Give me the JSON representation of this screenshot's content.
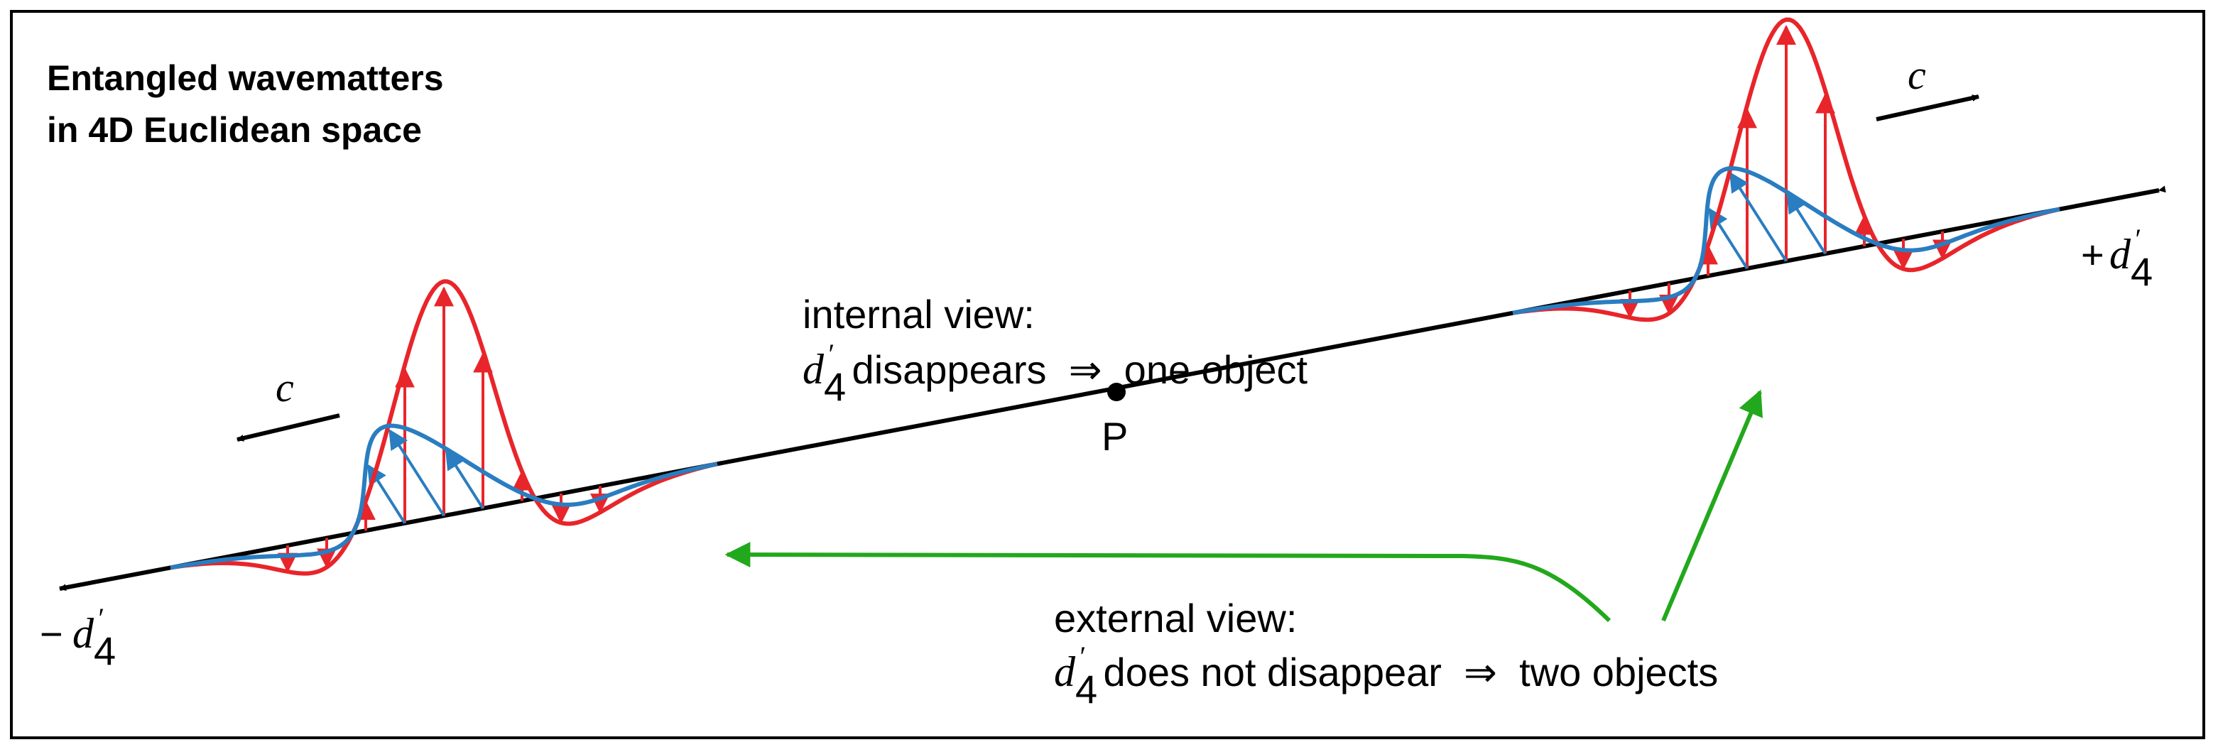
{
  "title": {
    "line1": "Entangled wavematters",
    "line2": "in 4D Euclidean space"
  },
  "axis": {
    "neg_sign": "−",
    "pos_sign": "+",
    "var": "d",
    "prime": "′",
    "subscript": "4"
  },
  "point_label": "P",
  "speed_label": "c",
  "internal_view": {
    "line1": "internal view:",
    "line2_var": "d",
    "line2_sub": "4",
    "line2_rest": " disappears  ⇒  one object"
  },
  "external_view": {
    "line1": "external view:",
    "line2_var": "d",
    "line2_sub": "4",
    "line2_rest": " does not disappear  ⇒  two objects"
  },
  "colors": {
    "axis": "#000000",
    "red_wave": "#e8252a",
    "blue_wave": "#2a7dc0",
    "green_arrow": "#22a81c"
  }
}
